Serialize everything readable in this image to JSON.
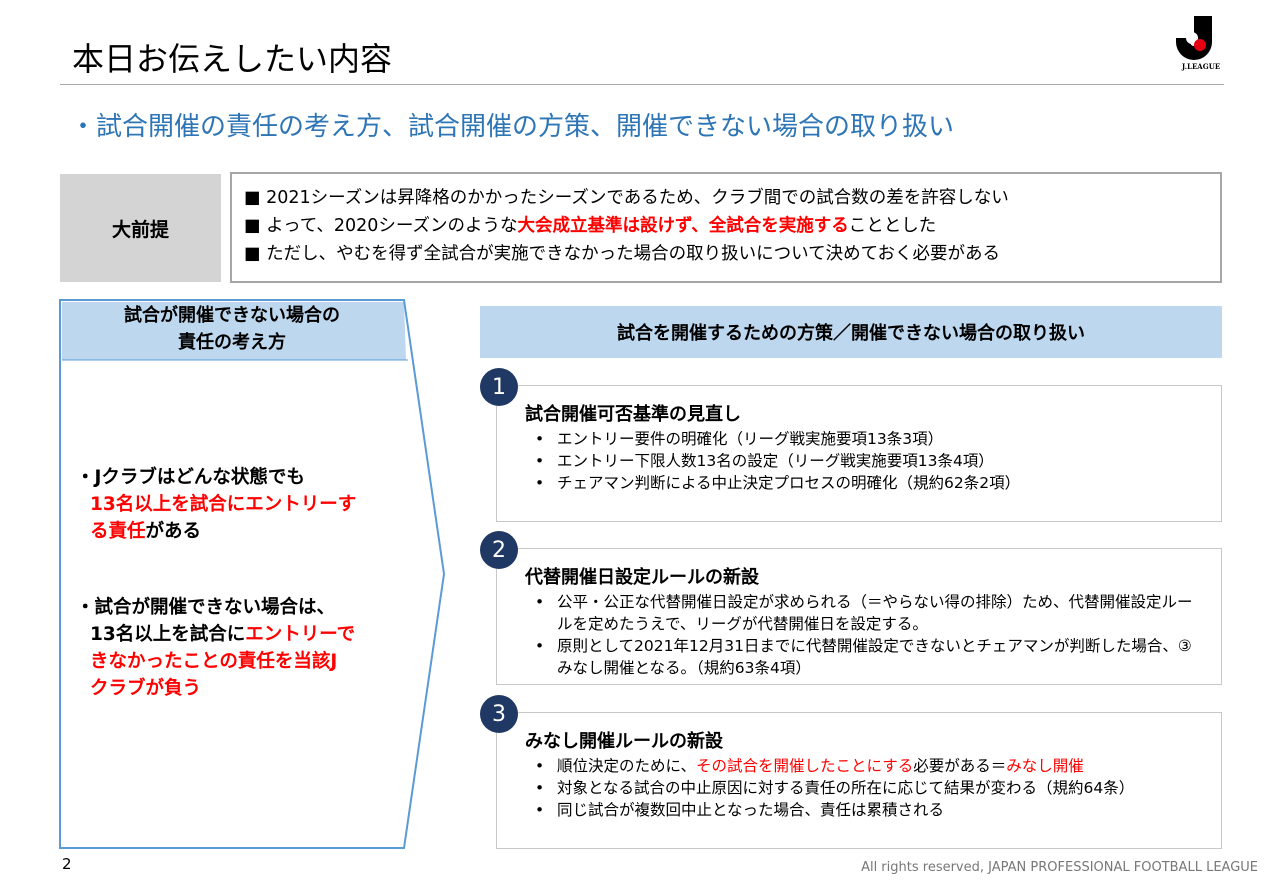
{
  "title": "本日お伝えしたい内容",
  "subtitle": "・試合開催の責任の考え方、試合開催の方策、開催できない場合の取り扱い",
  "logo_text": "J.LEAGUE",
  "premise": {
    "label": "大前提",
    "lines": [
      {
        "a": "■ 2021シーズンは昇降格のかかったシーズンであるため、クラブ間での試合数の差を許容しない"
      },
      {
        "a": "■ よって、2020シーズンのような",
        "b": "大会成立基準は設けず、全試合を実施する",
        "c": "こととした"
      },
      {
        "a": "■ ただし、やむを得ず全試合が実施できなかった場合の取り扱いについて決めておく必要がある"
      }
    ]
  },
  "left": {
    "header_1": "試合が開催できない場合の",
    "header_2": "責任の考え方",
    "b1": {
      "a": "・Jクラブはどんな状態でも",
      "r1": "13名以上を試合にエントリーす",
      "r2": "る責任",
      "c": "がある"
    },
    "b2": {
      "a": "・試合が開催できない場合は、",
      "b": "13名以上を試合に",
      "r1": "エントリーで",
      "r2": "きなかったことの責任を当該J",
      "r3": "クラブが負う"
    }
  },
  "right": {
    "header": "試合を開催するための方策／開催できない場合の取り扱い",
    "cards": [
      {
        "num": "1",
        "title": "試合開催可否基準の見直し",
        "items": [
          "エントリー要件の明確化（リーグ戦実施要項13条3項）",
          "エントリー下限人数13名の設定（リーグ戦実施要項13条4項）",
          "チェアマン判断による中止決定プロセスの明確化（規約62条2項）"
        ]
      },
      {
        "num": "2",
        "title": "代替開催日設定ルールの新設",
        "items": [
          "公平・公正な代替開催日設定が求められる（＝やらない得の排除）ため、代替開催設定ルールを定めたうえで、リーグが代替開催日を設定する。",
          "原則として2021年12月31日までに代替開催設定できないとチェアマンが判断した場合、③みなし開催となる。（規約63条4項）"
        ]
      },
      {
        "num": "3",
        "title": "みなし開催ルールの新設",
        "item1": {
          "a": "順位決定のために、",
          "r": "その試合を開催したことにする",
          "b": "必要がある＝",
          "r2": "みなし開催"
        },
        "items": [
          "対象となる試合の中止原因に対する責任の所在に応じて結果が変わる（規約64条）",
          "同じ試合が複数回中止となった場合、責任は累積される"
        ]
      }
    ]
  },
  "page_number": "2",
  "footer": "All rights reserved, JAPAN PROFESSIONAL FOOTBALL LEAGUE"
}
